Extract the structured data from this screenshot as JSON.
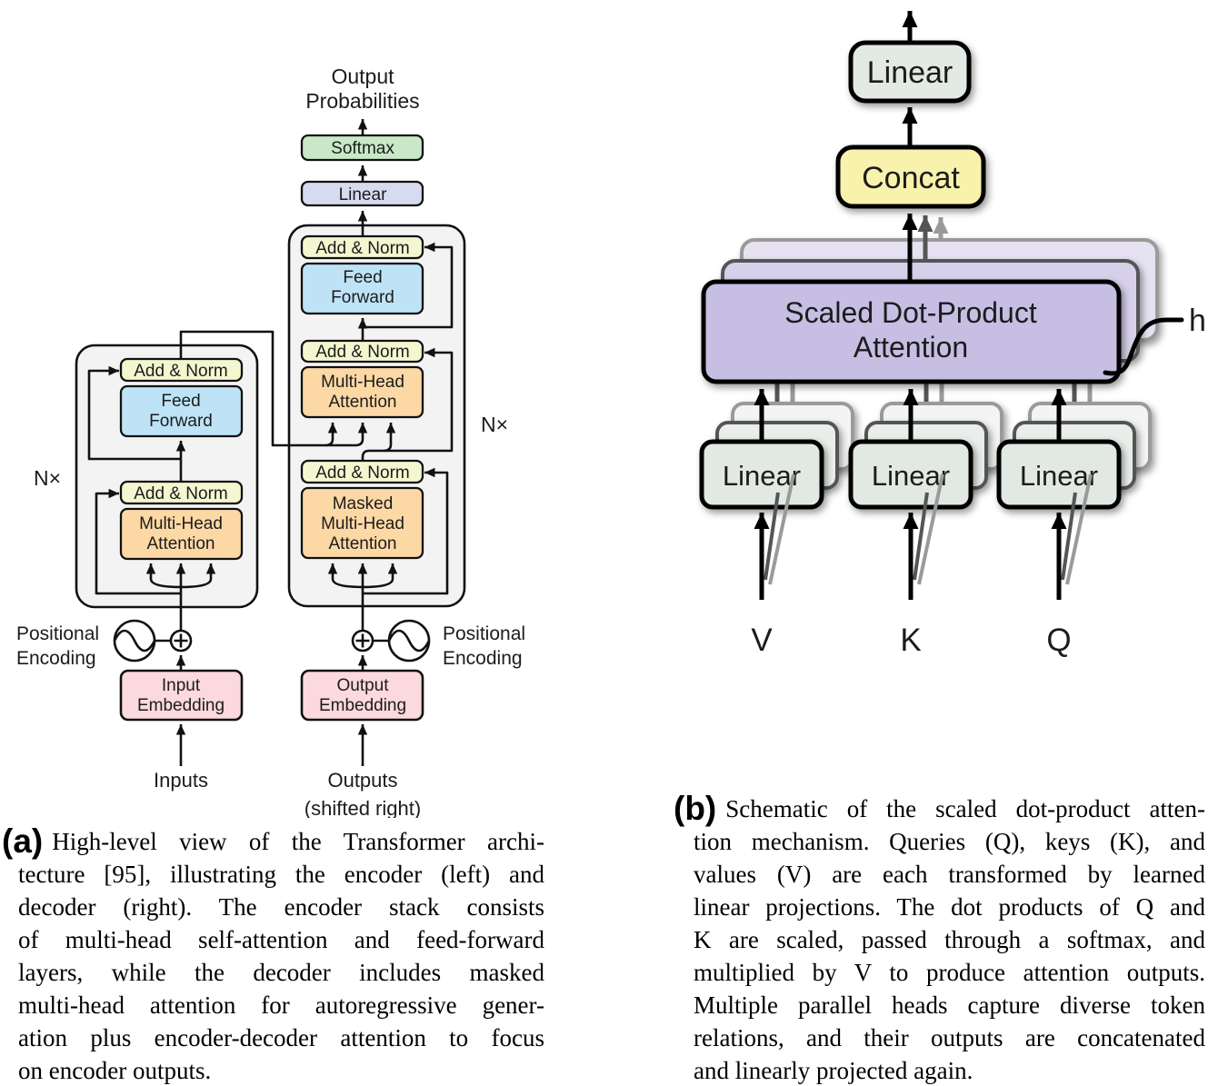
{
  "panel_a": {
    "output_probabilities": [
      "Output",
      "Probabilities"
    ],
    "softmax": "Softmax",
    "linear": "Linear",
    "add_norm": "Add & Norm",
    "feed_forward": [
      "Feed",
      "Forward"
    ],
    "multi_head_attention": [
      "Multi-Head",
      "Attention"
    ],
    "masked_multi_head_attention": [
      "Masked",
      "Multi-Head",
      "Attention"
    ],
    "input_embedding": [
      "Input",
      "Embedding"
    ],
    "output_embedding": [
      "Output",
      "Embedding"
    ],
    "n_times_left": "N×",
    "n_times_right": "N×",
    "positional_encoding": [
      "Positional",
      "Encoding"
    ],
    "inputs": "Inputs",
    "outputs": [
      "Outputs",
      "(shifted right)"
    ]
  },
  "panel_b": {
    "linear_top": "Linear",
    "concat": "Concat",
    "scaled_attention": [
      "Scaled Dot-Product",
      "Attention"
    ],
    "linear_proj": "Linear",
    "heads_label": "h",
    "value_label": "V",
    "key_label": "K",
    "query_label": "Q"
  },
  "icons": {
    "positional_encoding_symbol": "sine-wave-circle",
    "add_symbol": "circled-plus"
  },
  "colors": {
    "softmax_green": "#c8e8c8",
    "linear_lavender": "#d7dbf0",
    "add_norm_yellow": "#f3f6cf",
    "feed_forward_blue": "#bee3f7",
    "attention_orange": "#fcd8a5",
    "embedding_pink": "#fbd9dc",
    "container_gray": "#f3f3f3",
    "attention_purple": "#c7bee3",
    "concat_yellow": "#f8f2ac",
    "linear_gray_green": "#e2e8e2"
  },
  "captions": {
    "a": {
      "tag": "(a)",
      "lines": [
        "High-level view of the Transformer archi-",
        "tecture [95], illustrating the encoder (left) and",
        "decoder (right). The encoder stack consists",
        "of multi-head self-attention and feed-forward",
        "layers, while the decoder includes masked",
        "multi-head attention for autoregressive gener-",
        "ation plus encoder-decoder attention to focus",
        "on encoder outputs."
      ]
    },
    "b": {
      "tag": "(b)",
      "lines": [
        "Schematic of the scaled dot-product atten-",
        "tion mechanism. Queries (Q), keys (K), and",
        "values (V) are each transformed by learned",
        "linear projections. The dot products of Q and",
        "K are scaled, passed through a softmax, and",
        "multiplied by V to produce attention outputs.",
        "Multiple parallel heads capture diverse token",
        "relations, and their outputs are concatenated",
        "and linearly projected again."
      ]
    }
  }
}
